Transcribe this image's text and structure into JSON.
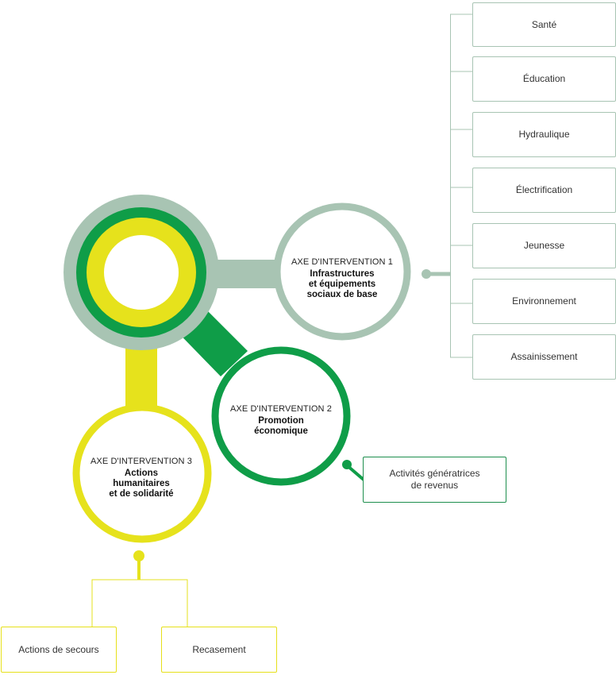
{
  "colors": {
    "gray": "#a8c4b3",
    "green": "#0f9d48",
    "yellow": "#e6e21c"
  },
  "axes": [
    {
      "kicker": "AXE D'INTERVENTION 1",
      "title": "Infrastructures\net équipements\nsociaux de base",
      "color": "gray",
      "items": [
        "Santé",
        "Éducation",
        "Hydraulique",
        "Électrification",
        "Jeunesse",
        "Environnement",
        "Assainissement"
      ]
    },
    {
      "kicker": "AXE D'INTERVENTION 2",
      "title": "Promotion\néconomique",
      "color": "green",
      "items": [
        "Activités génératrices\nde revenus"
      ]
    },
    {
      "kicker": "AXE D'INTERVENTION 3",
      "title": "Actions\nhumanitaires\net de solidarité",
      "color": "yellow",
      "items": [
        "Actions de secours",
        "Recasement"
      ]
    }
  ]
}
